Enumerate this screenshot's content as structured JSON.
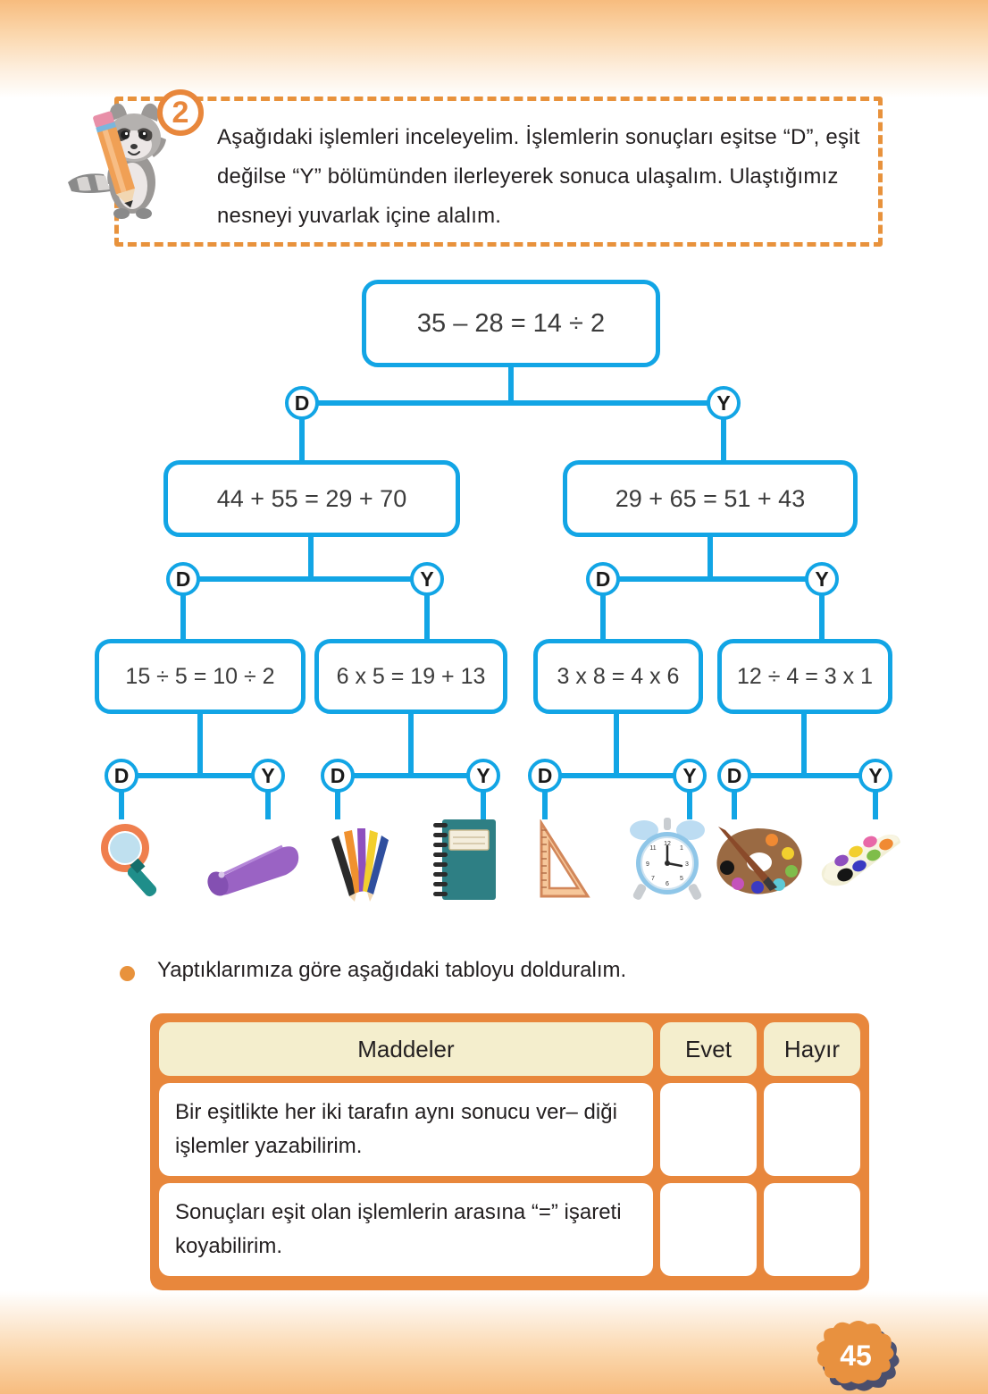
{
  "page": {
    "number": "45",
    "accent_orange": "#e8873c",
    "accent_blue": "#12a5e5",
    "header_cell_bg": "#f4eecd"
  },
  "activity": {
    "number": "2",
    "instruction": "Aşağıdaki işlemleri inceleyelim. İşlemlerin sonuçları eşitse “D”, eşit değilse “Y” bölümünden ilerleyerek sonuca ulaşalım. Ulaştığımız nesneyi yuvarlak içine alalım.",
    "mascot": "raccoon-with-pencil"
  },
  "flowchart": {
    "level1": [
      {
        "id": "root",
        "text": "35 – 28 = 14 ÷ 2"
      }
    ],
    "level1_branches": [
      {
        "label": "D"
      },
      {
        "label": "Y"
      }
    ],
    "level2": [
      {
        "id": "l2a",
        "text": "44 + 55 = 29 + 70",
        "from": "D"
      },
      {
        "id": "l2b",
        "text": "29 + 65 = 51 + 43",
        "from": "Y"
      }
    ],
    "level2_branches": [
      {
        "label": "D"
      },
      {
        "label": "Y"
      },
      {
        "label": "D"
      },
      {
        "label": "Y"
      }
    ],
    "level3": [
      {
        "id": "l3a",
        "text": "15 ÷ 5 = 10 ÷ 2"
      },
      {
        "id": "l3b",
        "text": "6 x 5 = 19 + 13"
      },
      {
        "id": "l3c",
        "text": "3 x 8 = 4 x 6"
      },
      {
        "id": "l3d",
        "text": "12 ÷ 4 = 3 x 1"
      }
    ],
    "level3_branches": [
      {
        "label": "D"
      },
      {
        "label": "Y"
      },
      {
        "label": "D"
      },
      {
        "label": "Y"
      },
      {
        "label": "D"
      },
      {
        "label": "Y"
      },
      {
        "label": "D"
      },
      {
        "label": "Y"
      }
    ],
    "objects": [
      {
        "name": "magnifying-glass"
      },
      {
        "name": "pencil-case"
      },
      {
        "name": "colored-pencils"
      },
      {
        "name": "spiral-notebook"
      },
      {
        "name": "triangle-ruler"
      },
      {
        "name": "alarm-clock"
      },
      {
        "name": "paint-palette"
      },
      {
        "name": "watercolor-set"
      }
    ]
  },
  "subtask": {
    "text": "Yaptıklarımıza göre aşağıdaki tabloyu dolduralım."
  },
  "table": {
    "headers": [
      "Maddeler",
      "Evet",
      "Hayır"
    ],
    "rows": [
      {
        "item": "Bir eşitlikte her iki tarafın aynı sonucu ver– diği işlemler yazabilirim.",
        "evet": "",
        "hayir": ""
      },
      {
        "item": "Sonuçları eşit olan işlemlerin arasına “=” işareti koyabilirim.",
        "evet": "",
        "hayir": ""
      }
    ]
  }
}
